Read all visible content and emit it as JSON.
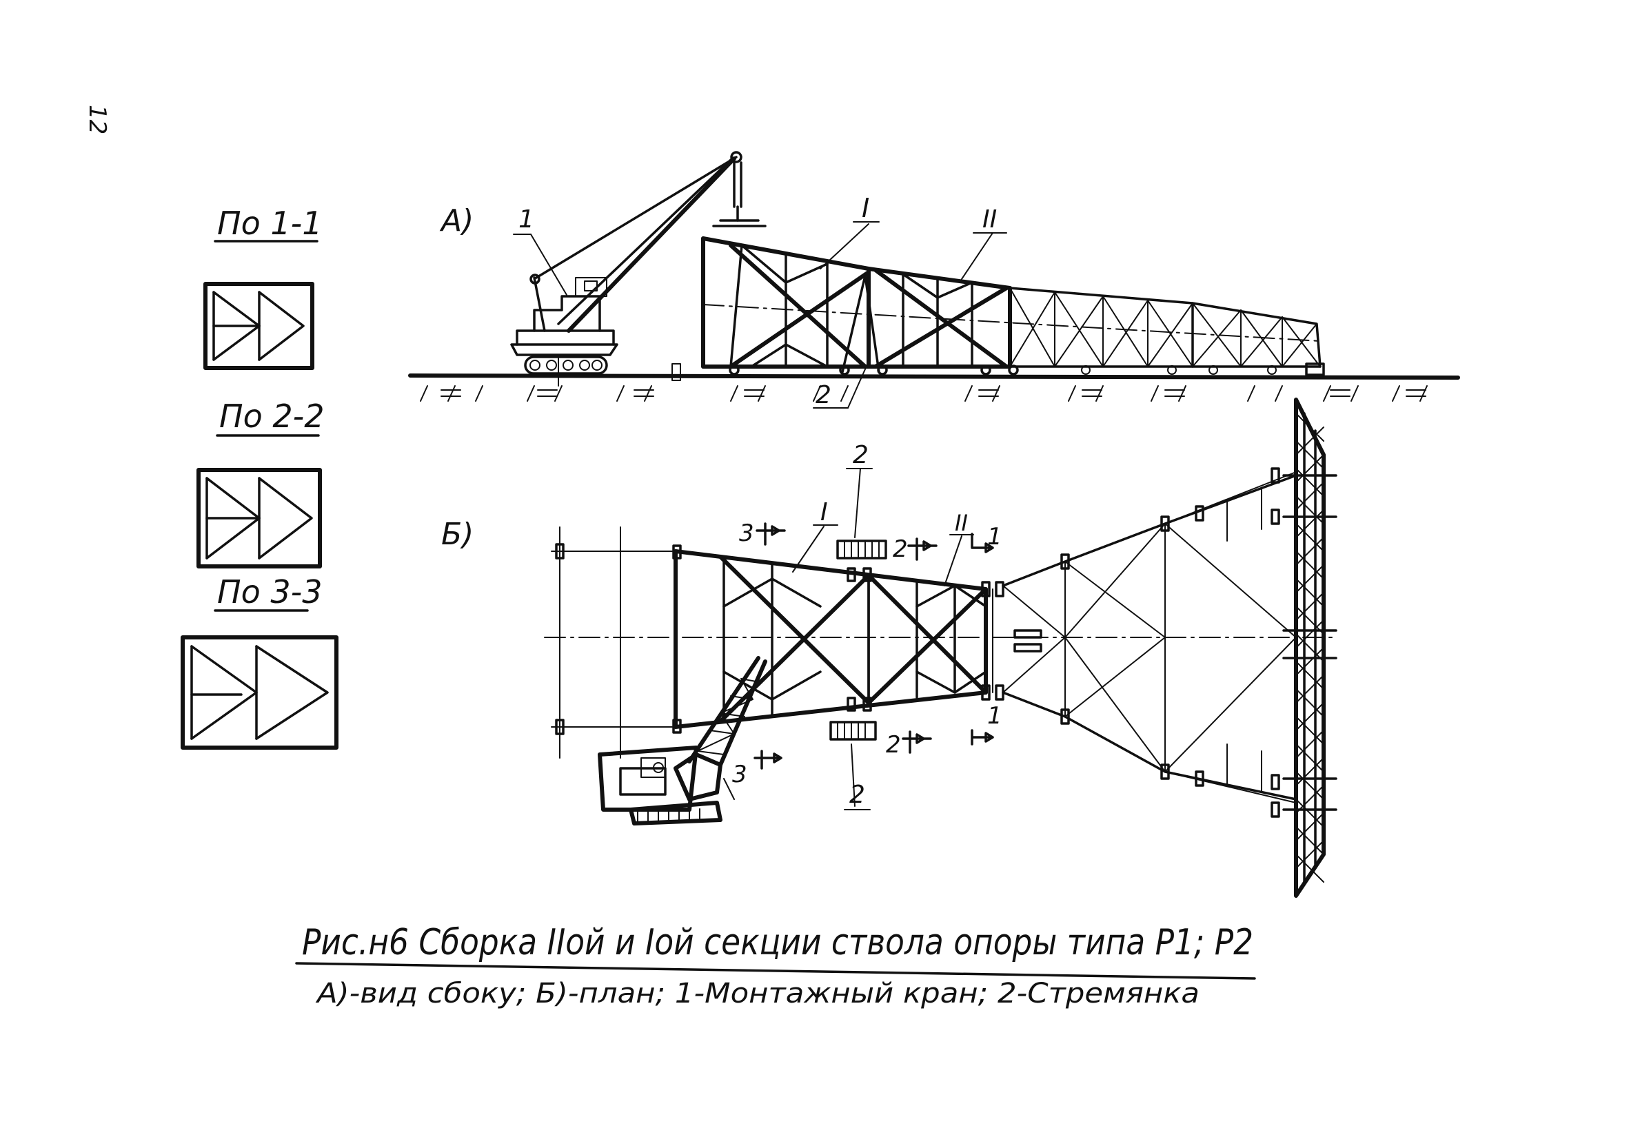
{
  "page_number": "12",
  "sections": {
    "s1": "По 1-1",
    "s2": "По 2-2",
    "s3": "По 3-3"
  },
  "views": {
    "a": "А)",
    "b": "Б)"
  },
  "labels": {
    "crane_num": "1",
    "ladder_num": "2",
    "roman1": "I",
    "roman2": "II",
    "cut1": "1",
    "cut2": "2",
    "cut3": "3"
  },
  "caption": {
    "title": "Рис.н6 Сборка IIой и Iой секции ствола опоры типа Р1; Р2",
    "legend": "А)-вид сбоку;   Б)-план; 1-Монтажный кран; 2-Стремянка"
  }
}
